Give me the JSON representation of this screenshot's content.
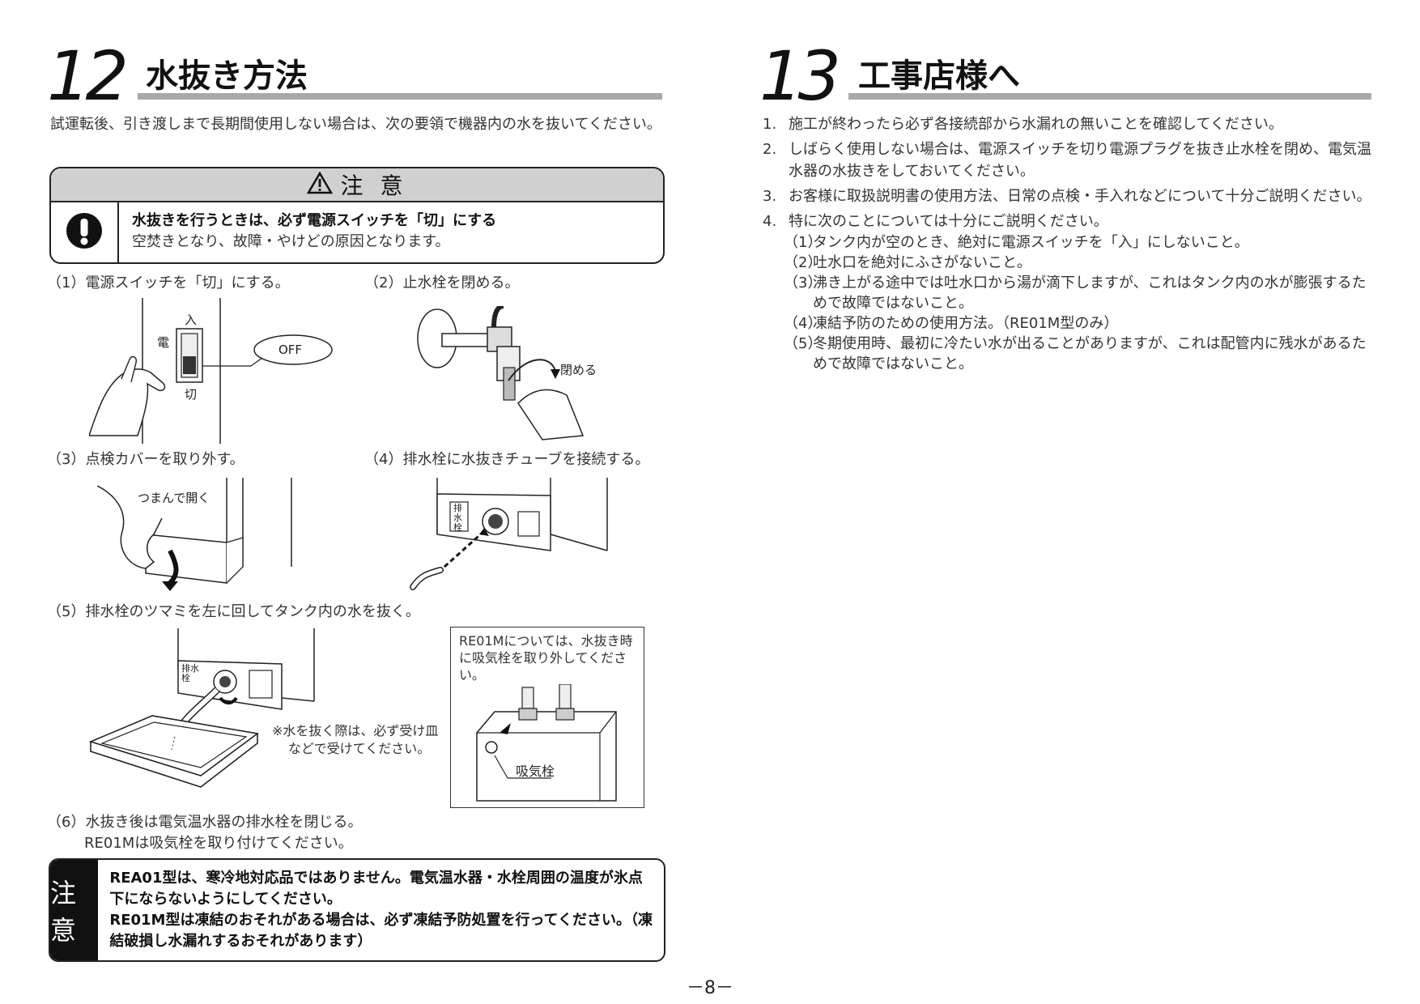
{
  "left": {
    "section_number": "12",
    "section_title": "水抜き方法",
    "intro": "試運転後、引き渡しまで長期間使用しない場合は、次の要領で機器内の水を抜いてください。",
    "caution": {
      "heading": "注 意",
      "strong": "水抜きを行うときは、必ず電源スイッチを「切」にする",
      "sub": "空焚きとなり、故障・やけどの原因となります。"
    },
    "steps": [
      "（1）電源スイッチを「切」にする。",
      "（2）止水栓を閉める。",
      "（3）点検カバーを取り外す。",
      "（4）排水栓に水抜きチューブを接続する。",
      "（5）排水栓のツマミを左に回してタンク内の水を抜く。"
    ],
    "step6": {
      "line1": "（6）水抜き後は電気温水器の排水栓を閉じる。",
      "line2": "RE01Mは吸気栓を取り付けてください。"
    },
    "illus_labels": {
      "in": "入",
      "power_char": "電",
      "cut": "切",
      "off": "OFF",
      "close": "閉める",
      "pinch_open": "つまんで開く",
      "drain_valve": "排水栓",
      "drain_valve_small": "排水栓",
      "drain_note": "※水を抜く際は、必ず受け皿などで受けてください。",
      "intake_valve": "吸気栓"
    },
    "note_box": "RE01Mについては、水抜き時に吸気栓を取り外してください。",
    "bottom_caution": {
      "label": "注意",
      "text1": "REA01型は、寒冷地対応品ではありません。電気温水器・水栓周囲の温度が氷点下にならないようにしてください。",
      "text2": "RE01M型は凍結のおそれがある場合は、必ず凍結予防処置を行ってください。（凍結破損し水漏れするおそれがあります）"
    }
  },
  "right": {
    "section_number": "13",
    "section_title": "工事店様へ",
    "items": [
      {
        "num": "1.",
        "text": "施工が終わったら必ず各接続部から水漏れの無いことを確認してください。"
      },
      {
        "num": "2.",
        "text": "しばらく使用しない場合は、電源スイッチを切り電源プラグを抜き止水栓を閉め、電気温水器の水抜きをしておいてください。"
      },
      {
        "num": "3.",
        "text": "お客様に取扱説明書の使用方法、日常の点検・手入れなどについて十分ご説明ください。"
      },
      {
        "num": "4.",
        "text": "特に次のことについては十分にご説明ください。"
      }
    ],
    "subitems": [
      {
        "num": "（1）",
        "text": "タンク内が空のとき、絶対に電源スイッチを「入」にしないこと。"
      },
      {
        "num": "（2）",
        "text": "吐水口を絶対にふさがないこと。"
      },
      {
        "num": "（3）",
        "text": "沸き上がる途中では吐水口から湯が滴下しますが、これはタンク内の水が膨張するためで故障ではないこと。"
      },
      {
        "num": "（4）",
        "text": "凍結予防のための使用方法。（RE01M型のみ）"
      },
      {
        "num": "（5）",
        "text": "冬期使用時、最初に冷たい水が出ることがありますが、これは配管内に残水があるためで故障ではないこと。"
      }
    ]
  },
  "page_number": "－8－"
}
